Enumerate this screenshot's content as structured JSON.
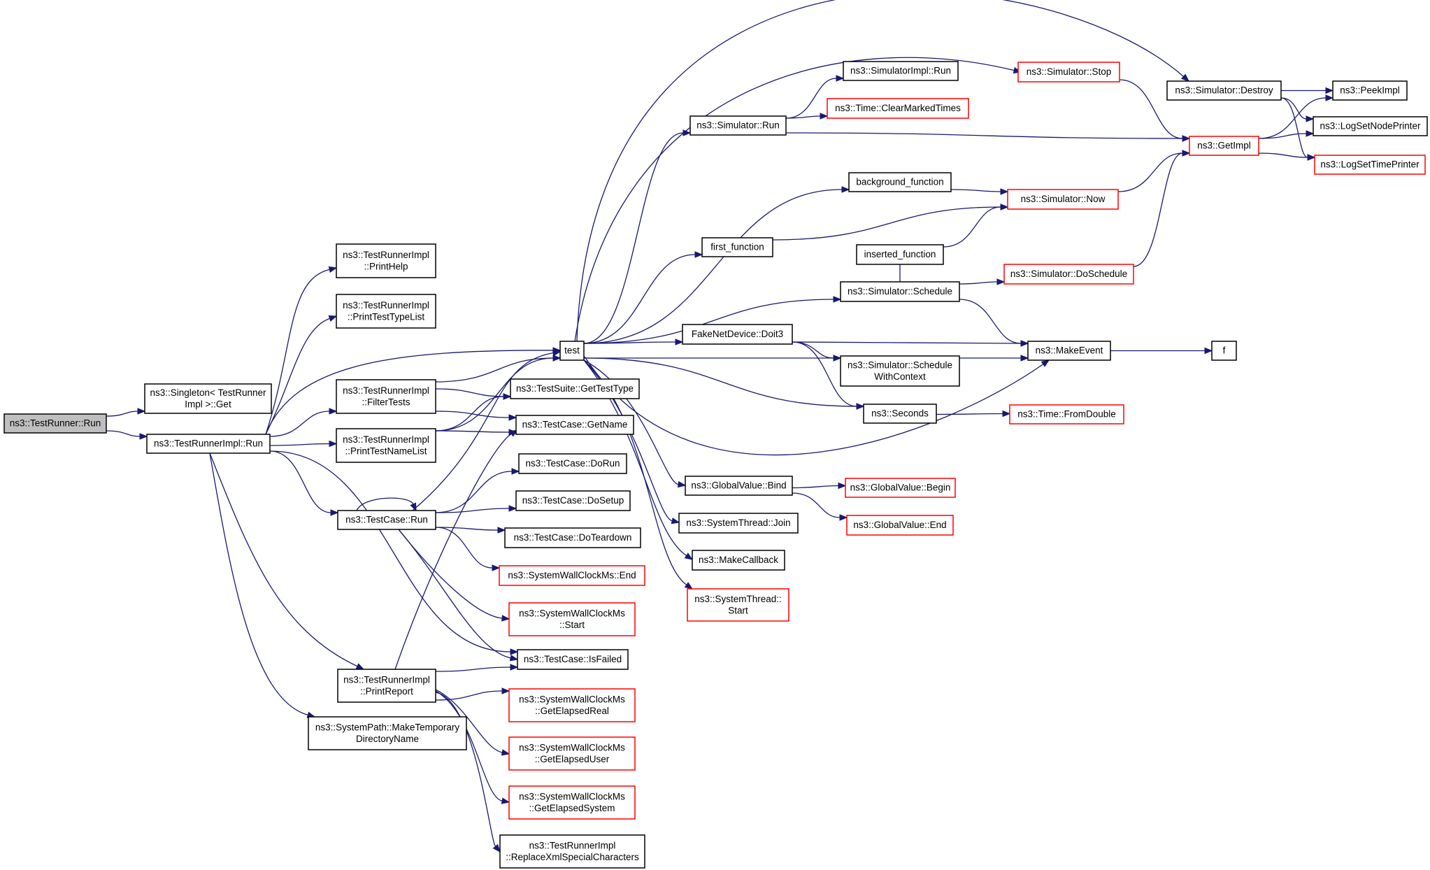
{
  "colors": {
    "edge": "#191970",
    "normal_border": "#000000",
    "truncated_border": "#ff0000",
    "root_fill": "#bfbfbf",
    "node_fill": "#ffffff"
  },
  "nodes": [
    {
      "id": "root",
      "lines": [
        "ns3::TestRunner::Run"
      ],
      "kind": "root"
    },
    {
      "id": "singleton_get",
      "lines": [
        "ns3::Singleton< TestRunner",
        "Impl >::Get"
      ],
      "kind": "normal"
    },
    {
      "id": "runnerimpl_run",
      "lines": [
        "ns3::TestRunnerImpl::Run"
      ],
      "kind": "normal"
    },
    {
      "id": "print_help",
      "lines": [
        "ns3::TestRunnerImpl",
        "::PrintHelp"
      ],
      "kind": "normal"
    },
    {
      "id": "print_type_list",
      "lines": [
        "ns3::TestRunnerImpl",
        "::PrintTestTypeList"
      ],
      "kind": "normal"
    },
    {
      "id": "filter_tests",
      "lines": [
        "ns3::TestRunnerImpl",
        "::FilterTests"
      ],
      "kind": "normal"
    },
    {
      "id": "print_name_list",
      "lines": [
        "ns3::TestRunnerImpl",
        "::PrintTestNameList"
      ],
      "kind": "normal"
    },
    {
      "id": "testcase_run",
      "lines": [
        "ns3::TestCase::Run"
      ],
      "kind": "normal"
    },
    {
      "id": "print_report",
      "lines": [
        "ns3::TestRunnerImpl",
        "::PrintReport"
      ],
      "kind": "normal"
    },
    {
      "id": "make_temp_dir",
      "lines": [
        "ns3::SystemPath::MakeTemporary",
        "DirectoryName"
      ],
      "kind": "normal"
    },
    {
      "id": "test",
      "lines": [
        "test"
      ],
      "kind": "normal"
    },
    {
      "id": "get_test_type",
      "lines": [
        "ns3::TestSuite::GetTestType"
      ],
      "kind": "normal"
    },
    {
      "id": "get_name",
      "lines": [
        "ns3::TestCase::GetName"
      ],
      "kind": "normal"
    },
    {
      "id": "do_run",
      "lines": [
        "ns3::TestCase::DoRun"
      ],
      "kind": "normal"
    },
    {
      "id": "do_setup",
      "lines": [
        "ns3::TestCase::DoSetup"
      ],
      "kind": "normal"
    },
    {
      "id": "do_teardown",
      "lines": [
        "ns3::TestCase::DoTeardown"
      ],
      "kind": "normal"
    },
    {
      "id": "wall_end",
      "lines": [
        "ns3::SystemWallClockMs::End"
      ],
      "kind": "truncated"
    },
    {
      "id": "wall_start",
      "lines": [
        "ns3::SystemWallClockMs",
        "::Start"
      ],
      "kind": "truncated"
    },
    {
      "id": "is_failed",
      "lines": [
        "ns3::TestCase::IsFailed"
      ],
      "kind": "normal"
    },
    {
      "id": "elapsed_real",
      "lines": [
        "ns3::SystemWallClockMs",
        "::GetElapsedReal"
      ],
      "kind": "truncated"
    },
    {
      "id": "elapsed_user",
      "lines": [
        "ns3::SystemWallClockMs",
        "::GetElapsedUser"
      ],
      "kind": "truncated"
    },
    {
      "id": "elapsed_system",
      "lines": [
        "ns3::SystemWallClockMs",
        "::GetElapsedSystem"
      ],
      "kind": "truncated"
    },
    {
      "id": "replace_xml",
      "lines": [
        "ns3::TestRunnerImpl",
        "::ReplaceXmlSpecialCharacters"
      ],
      "kind": "normal"
    },
    {
      "id": "simimpl_run",
      "lines": [
        "ns3::SimulatorImpl::Run"
      ],
      "kind": "normal"
    },
    {
      "id": "clear_marked",
      "lines": [
        "ns3::Time::ClearMarkedTimes"
      ],
      "kind": "truncated"
    },
    {
      "id": "sim_run",
      "lines": [
        "ns3::Simulator::Run"
      ],
      "kind": "normal"
    },
    {
      "id": "background_function",
      "lines": [
        "background_function"
      ],
      "kind": "normal"
    },
    {
      "id": "first_function",
      "lines": [
        "first_function"
      ],
      "kind": "normal"
    },
    {
      "id": "inserted_function",
      "lines": [
        "inserted_function"
      ],
      "kind": "normal"
    },
    {
      "id": "sim_schedule",
      "lines": [
        "ns3::Simulator::Schedule"
      ],
      "kind": "normal"
    },
    {
      "id": "fake_doit3",
      "lines": [
        "FakeNetDevice::Doit3"
      ],
      "kind": "normal"
    },
    {
      "id": "sim_schedule_ctx",
      "lines": [
        "ns3::Simulator::Schedule",
        "WithContext"
      ],
      "kind": "normal"
    },
    {
      "id": "seconds",
      "lines": [
        "ns3::Seconds"
      ],
      "kind": "normal"
    },
    {
      "id": "gv_bind",
      "lines": [
        "ns3::GlobalValue::Bind"
      ],
      "kind": "normal"
    },
    {
      "id": "st_join",
      "lines": [
        "ns3::SystemThread::Join"
      ],
      "kind": "normal"
    },
    {
      "id": "make_callback",
      "lines": [
        "ns3::MakeCallback"
      ],
      "kind": "normal"
    },
    {
      "id": "st_start",
      "lines": [
        "ns3::SystemThread::",
        "Start"
      ],
      "kind": "truncated"
    },
    {
      "id": "gv_begin",
      "lines": [
        "ns3::GlobalValue::Begin"
      ],
      "kind": "truncated"
    },
    {
      "id": "gv_end",
      "lines": [
        "ns3::GlobalValue::End"
      ],
      "kind": "truncated"
    },
    {
      "id": "sim_stop",
      "lines": [
        "ns3::Simulator::Stop"
      ],
      "kind": "truncated"
    },
    {
      "id": "sim_now",
      "lines": [
        "ns3::Simulator::Now"
      ],
      "kind": "truncated"
    },
    {
      "id": "sim_doschedule",
      "lines": [
        "ns3::Simulator::DoSchedule"
      ],
      "kind": "truncated"
    },
    {
      "id": "make_event",
      "lines": [
        "ns3::MakeEvent"
      ],
      "kind": "normal"
    },
    {
      "id": "from_double",
      "lines": [
        "ns3::Time::FromDouble"
      ],
      "kind": "truncated"
    },
    {
      "id": "sim_destroy",
      "lines": [
        "ns3::Simulator::Destroy"
      ],
      "kind": "normal"
    },
    {
      "id": "get_impl",
      "lines": [
        "ns3::GetImpl"
      ],
      "kind": "truncated"
    },
    {
      "id": "f",
      "lines": [
        "f"
      ],
      "kind": "normal"
    },
    {
      "id": "peek_impl",
      "lines": [
        "ns3::PeekImpl"
      ],
      "kind": "normal"
    },
    {
      "id": "log_node_printer",
      "lines": [
        "ns3::LogSetNodePrinter"
      ],
      "kind": "normal"
    },
    {
      "id": "log_time_printer",
      "lines": [
        "ns3::LogSetTimePrinter"
      ],
      "kind": "truncated"
    }
  ],
  "edges": [
    [
      "root",
      "singleton_get"
    ],
    [
      "root",
      "runnerimpl_run"
    ],
    [
      "runnerimpl_run",
      "print_help"
    ],
    [
      "runnerimpl_run",
      "print_type_list"
    ],
    [
      "runnerimpl_run",
      "test"
    ],
    [
      "runnerimpl_run",
      "filter_tests"
    ],
    [
      "runnerimpl_run",
      "print_name_list"
    ],
    [
      "runnerimpl_run",
      "testcase_run"
    ],
    [
      "runnerimpl_run",
      "print_report"
    ],
    [
      "runnerimpl_run",
      "make_temp_dir"
    ],
    [
      "runnerimpl_run",
      "is_failed"
    ],
    [
      "filter_tests",
      "test"
    ],
    [
      "filter_tests",
      "get_test_type"
    ],
    [
      "filter_tests",
      "get_name"
    ],
    [
      "print_name_list",
      "test"
    ],
    [
      "print_name_list",
      "get_test_type"
    ],
    [
      "print_name_list",
      "get_name"
    ],
    [
      "testcase_run",
      "test"
    ],
    [
      "testcase_run",
      "testcase_run"
    ],
    [
      "testcase_run",
      "do_run"
    ],
    [
      "testcase_run",
      "do_setup"
    ],
    [
      "testcase_run",
      "do_teardown"
    ],
    [
      "testcase_run",
      "wall_end"
    ],
    [
      "testcase_run",
      "wall_start"
    ],
    [
      "testcase_run",
      "is_failed"
    ],
    [
      "print_report",
      "get_name"
    ],
    [
      "print_report",
      "is_failed"
    ],
    [
      "print_report",
      "elapsed_real"
    ],
    [
      "print_report",
      "elapsed_user"
    ],
    [
      "print_report",
      "elapsed_system"
    ],
    [
      "print_report",
      "replace_xml"
    ],
    [
      "test",
      "sim_destroy"
    ],
    [
      "test",
      "sim_stop"
    ],
    [
      "test",
      "sim_run"
    ],
    [
      "test",
      "background_function"
    ],
    [
      "test",
      "first_function"
    ],
    [
      "test",
      "sim_schedule"
    ],
    [
      "test",
      "fake_doit3"
    ],
    [
      "test",
      "sim_schedule_ctx"
    ],
    [
      "test",
      "seconds"
    ],
    [
      "test",
      "make_event"
    ],
    [
      "test",
      "gv_bind"
    ],
    [
      "test",
      "st_join"
    ],
    [
      "test",
      "make_callback"
    ],
    [
      "test",
      "st_start"
    ],
    [
      "sim_run",
      "simimpl_run"
    ],
    [
      "sim_run",
      "clear_marked"
    ],
    [
      "sim_run",
      "get_impl"
    ],
    [
      "background_function",
      "sim_now"
    ],
    [
      "first_function",
      "sim_now"
    ],
    [
      "inserted_function",
      "sim_now"
    ],
    [
      "sim_schedule",
      "inserted_function"
    ],
    [
      "sim_schedule",
      "sim_doschedule"
    ],
    [
      "sim_schedule",
      "make_event"
    ],
    [
      "fake_doit3",
      "make_event"
    ],
    [
      "fake_doit3",
      "sim_schedule_ctx"
    ],
    [
      "fake_doit3",
      "seconds"
    ],
    [
      "sim_schedule_ctx",
      "make_event"
    ],
    [
      "seconds",
      "from_double"
    ],
    [
      "gv_bind",
      "gv_begin"
    ],
    [
      "gv_bind",
      "gv_end"
    ],
    [
      "sim_stop",
      "get_impl"
    ],
    [
      "sim_now",
      "get_impl"
    ],
    [
      "sim_doschedule",
      "get_impl"
    ],
    [
      "make_event",
      "f"
    ],
    [
      "sim_destroy",
      "peek_impl"
    ],
    [
      "sim_destroy",
      "log_node_printer"
    ],
    [
      "sim_destroy",
      "log_time_printer"
    ],
    [
      "get_impl",
      "peek_impl"
    ],
    [
      "get_impl",
      "log_node_printer"
    ],
    [
      "get_impl",
      "log_time_printer"
    ]
  ]
}
